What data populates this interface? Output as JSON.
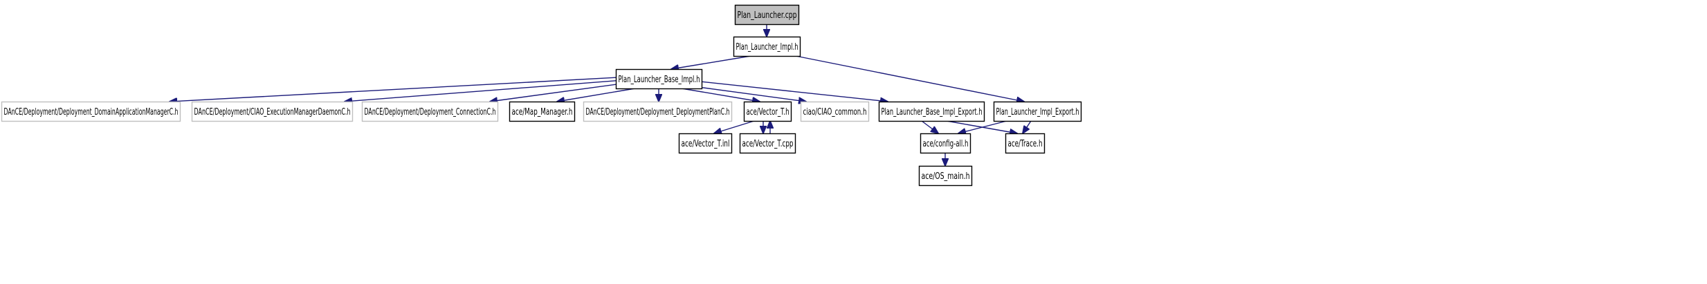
{
  "diagram": {
    "colors": {
      "edge": "#1b1b7a",
      "root_fill": "#bfbfbf",
      "node_border": "#000000",
      "external_border": "#bfbfbf",
      "node_fill": "#ffffff"
    },
    "nodes": [
      {
        "id": "plan_launcher_cpp",
        "label": "Plan_Launcher.cpp",
        "style": "root"
      },
      {
        "id": "plan_launcher_impl_h",
        "label": "Plan_Launcher_Impl.h",
        "style": "normal"
      },
      {
        "id": "plan_launcher_base_impl_h",
        "label": "Plan_Launcher_Base_Impl.h",
        "style": "normal"
      },
      {
        "id": "dance_domain_app_mgr",
        "label": "DAnCE/Deployment/Deployment_DomainApplicationManagerC.h",
        "style": "external"
      },
      {
        "id": "dance_exec_mgr_daemon",
        "label": "DAnCE/Deployment/CIAO_ExecutionManagerDaemonC.h",
        "style": "external"
      },
      {
        "id": "dance_connection",
        "label": "DAnCE/Deployment/Deployment_ConnectionC.h",
        "style": "external"
      },
      {
        "id": "ace_map_manager",
        "label": "ace/Map_Manager.h",
        "style": "normal"
      },
      {
        "id": "dance_deployment_plan",
        "label": "DAnCE/Deployment/Deployment_DeploymentPlanC.h",
        "style": "external"
      },
      {
        "id": "ace_vector_t_h",
        "label": "ace/Vector_T.h",
        "style": "normal"
      },
      {
        "id": "ciao_common",
        "label": "ciao/CIAO_common.h",
        "style": "external"
      },
      {
        "id": "base_impl_export",
        "label": "Plan_Launcher_Base_Impl_Export.h",
        "style": "normal"
      },
      {
        "id": "impl_export",
        "label": "Plan_Launcher_Impl_Export.h",
        "style": "normal"
      },
      {
        "id": "ace_vector_t_inl",
        "label": "ace/Vector_T.inl",
        "style": "normal"
      },
      {
        "id": "ace_vector_t_cpp",
        "label": "ace/Vector_T.cpp",
        "style": "normal"
      },
      {
        "id": "ace_config_all",
        "label": "ace/config-all.h",
        "style": "normal"
      },
      {
        "id": "ace_trace",
        "label": "ace/Trace.h",
        "style": "normal"
      },
      {
        "id": "ace_os_main",
        "label": "ace/OS_main.h",
        "style": "normal"
      }
    ],
    "edges": [
      {
        "from": "plan_launcher_cpp",
        "to": "plan_launcher_impl_h"
      },
      {
        "from": "plan_launcher_impl_h",
        "to": "plan_launcher_base_impl_h"
      },
      {
        "from": "plan_launcher_impl_h",
        "to": "impl_export"
      },
      {
        "from": "plan_launcher_base_impl_h",
        "to": "dance_domain_app_mgr"
      },
      {
        "from": "plan_launcher_base_impl_h",
        "to": "dance_exec_mgr_daemon"
      },
      {
        "from": "plan_launcher_base_impl_h",
        "to": "dance_connection"
      },
      {
        "from": "plan_launcher_base_impl_h",
        "to": "ace_map_manager"
      },
      {
        "from": "plan_launcher_base_impl_h",
        "to": "dance_deployment_plan"
      },
      {
        "from": "plan_launcher_base_impl_h",
        "to": "ace_vector_t_h"
      },
      {
        "from": "plan_launcher_base_impl_h",
        "to": "ciao_common"
      },
      {
        "from": "plan_launcher_base_impl_h",
        "to": "base_impl_export"
      },
      {
        "from": "ace_vector_t_h",
        "to": "ace_vector_t_inl"
      },
      {
        "from": "ace_vector_t_h",
        "to": "ace_vector_t_cpp"
      },
      {
        "from": "ace_vector_t_cpp",
        "to": "ace_vector_t_h"
      },
      {
        "from": "base_impl_export",
        "to": "ace_config_all"
      },
      {
        "from": "base_impl_export",
        "to": "ace_trace"
      },
      {
        "from": "impl_export",
        "to": "ace_config_all"
      },
      {
        "from": "impl_export",
        "to": "ace_trace"
      },
      {
        "from": "ace_config_all",
        "to": "ace_os_main"
      }
    ]
  }
}
